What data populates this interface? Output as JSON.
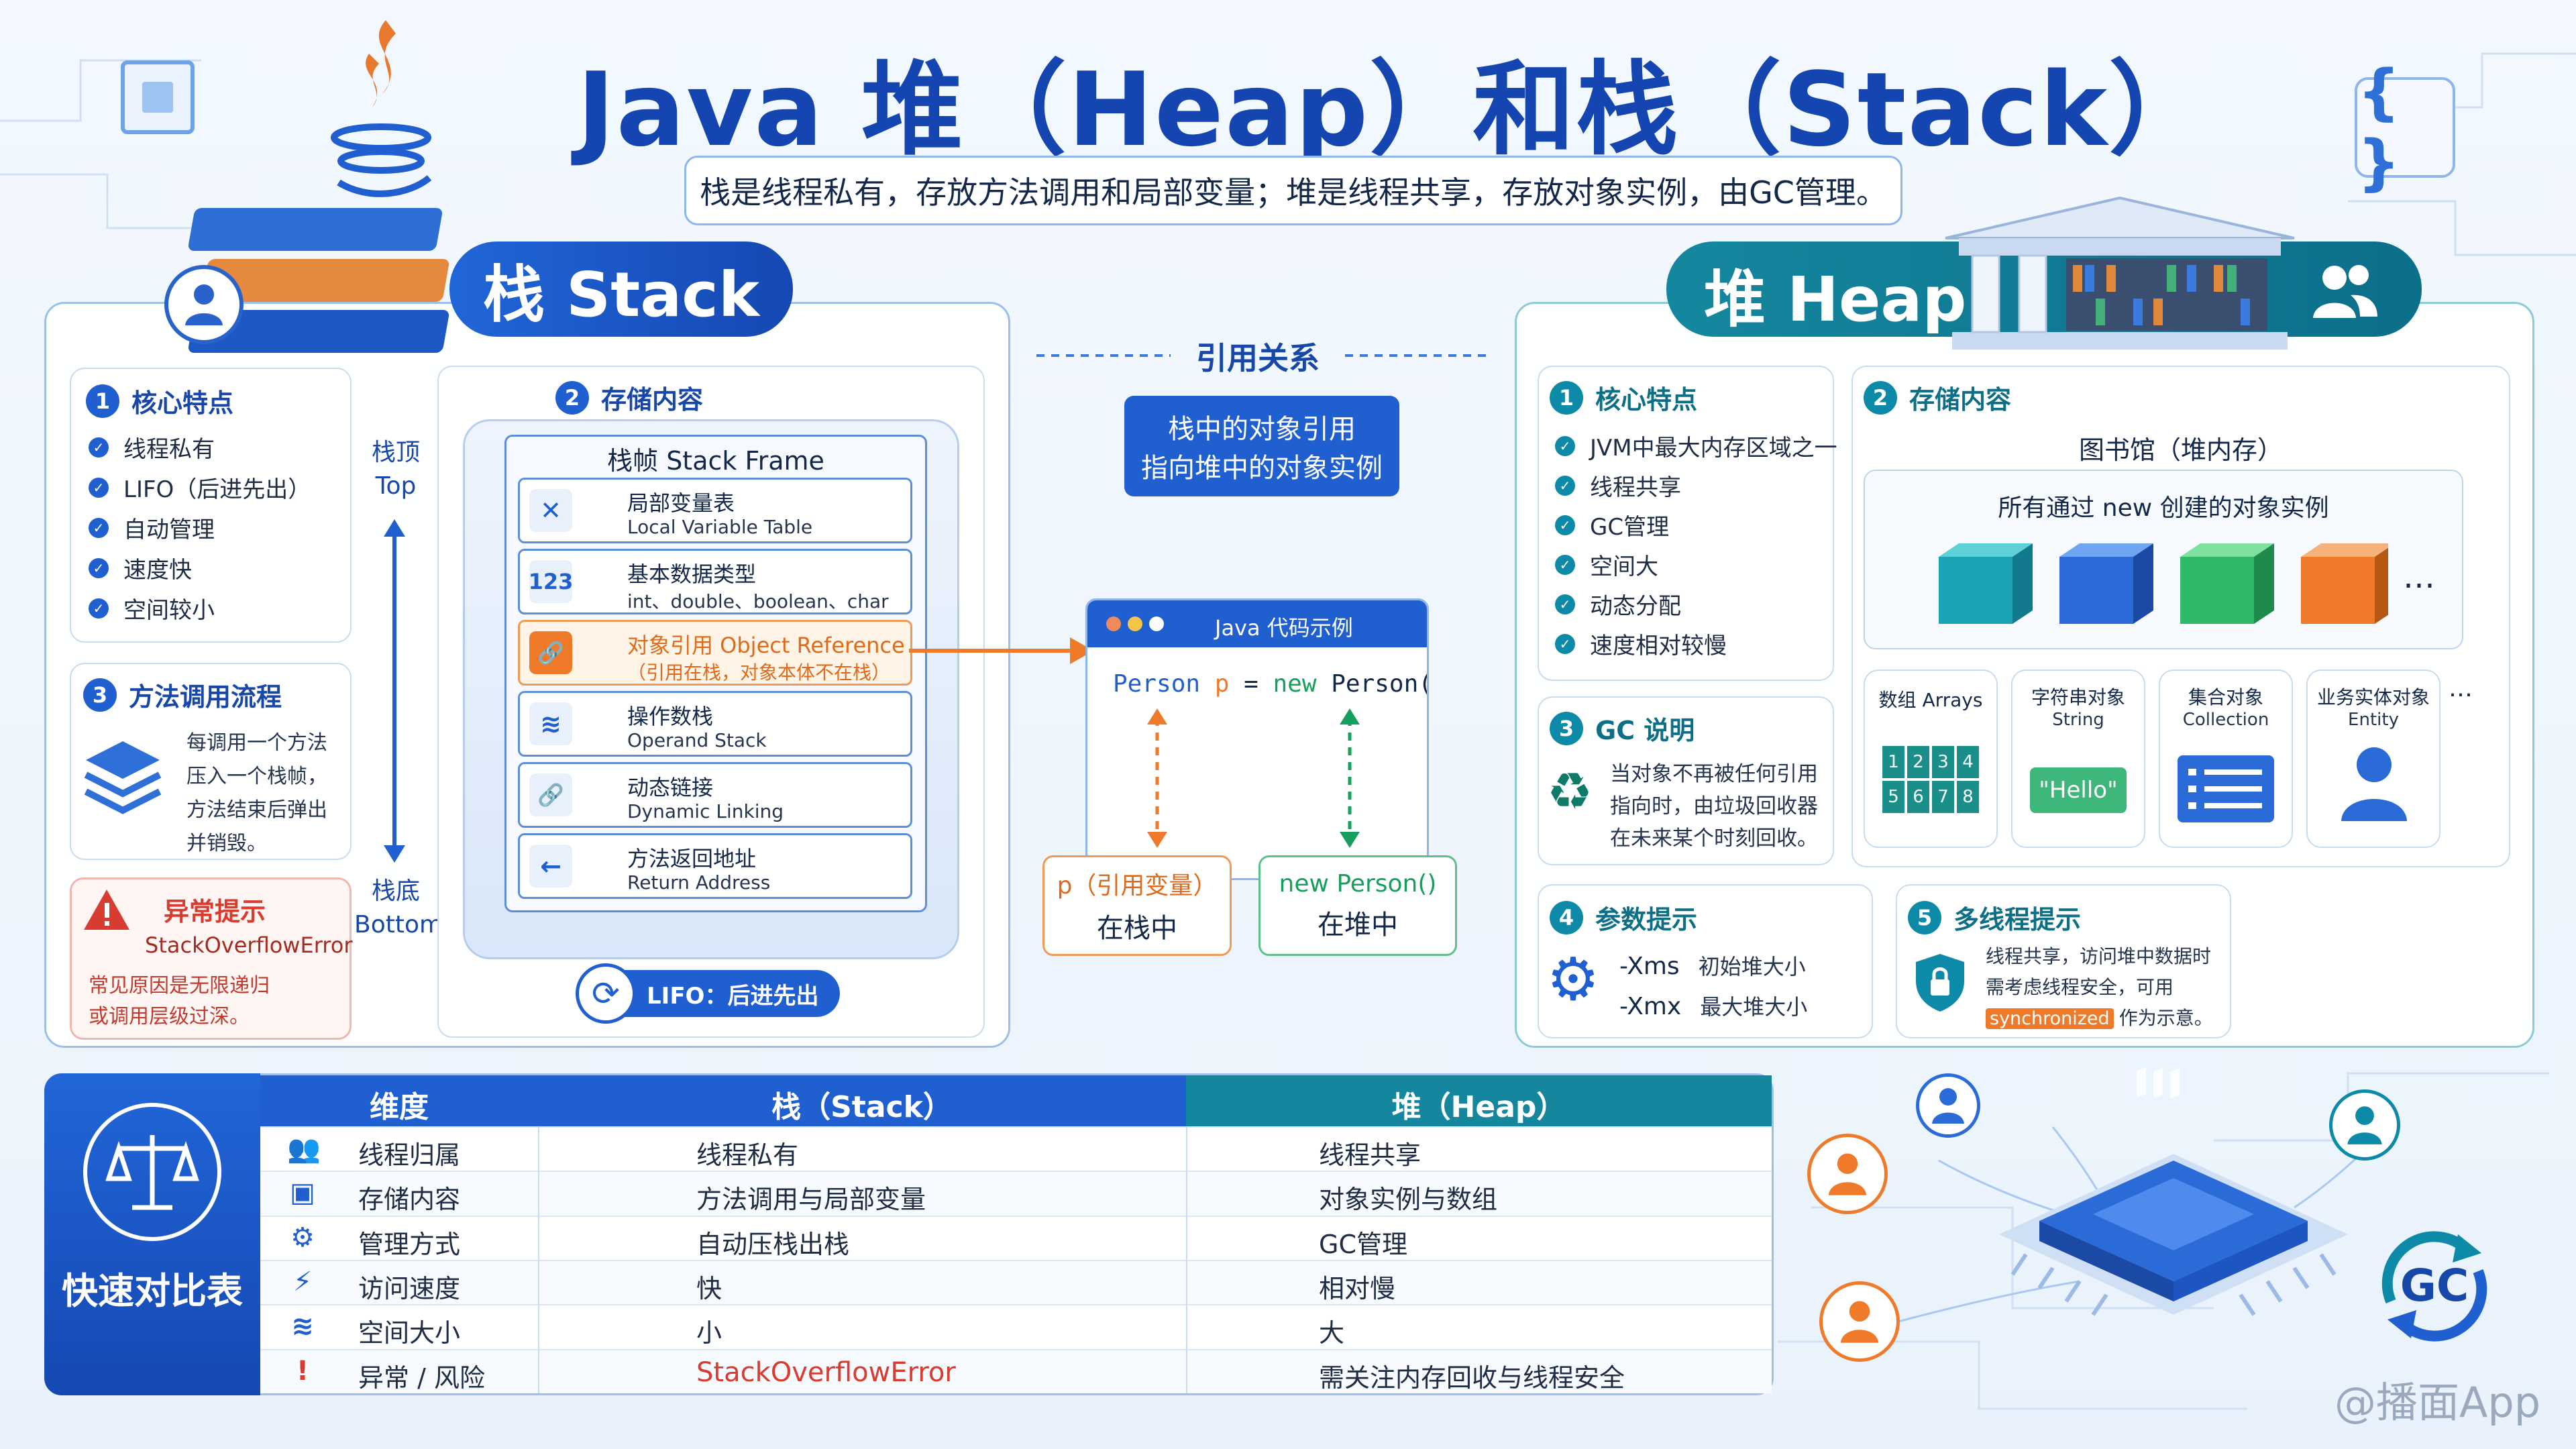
{
  "title": "Java 堆（Heap）和栈（Stack）",
  "subtitle": "栈是线程私有，存放方法调用和局部变量；堆是线程共享，存放对象实例，由GC管理。",
  "stack": {
    "banner": "栈 Stack",
    "core": {
      "num": "1",
      "title": "核心特点",
      "items": [
        "线程私有",
        "LIFO（后进先出）",
        "自动管理",
        "速度快",
        "空间较小"
      ]
    },
    "flow": {
      "num": "3",
      "title": "方法调用流程",
      "text": [
        "每调用一个方法",
        "压入一个栈帧，",
        "方法结束后弹出",
        "并销毁。"
      ]
    },
    "warning": {
      "title": "异常提示",
      "error": "StackOverflowError",
      "text": [
        "常见原因是无限递归",
        "或调用层级过深。"
      ]
    },
    "top": [
      "栈顶",
      "Top"
    ],
    "bottom": [
      "栈底",
      "Bottom"
    ],
    "storage": {
      "num": "2",
      "title": "存储内容",
      "frame_title": "栈帧 Stack Frame",
      "frames": [
        {
          "icon": "✕",
          "cn": "局部变量表",
          "en": "Local Variable Table"
        },
        {
          "icon": "123",
          "cn": "基本数据类型",
          "en": "int、double、boolean、char"
        },
        {
          "icon": "🔗",
          "cn": "对象引用 Object Reference",
          "en": "（引用在栈，对象本体不在栈）"
        },
        {
          "icon": "≋",
          "cn": "操作数栈",
          "en": "Operand Stack"
        },
        {
          "icon": "🔗",
          "cn": "动态链接",
          "en": "Dynamic Linking"
        },
        {
          "icon": "←",
          "cn": "方法返回地址",
          "en": "Return Address"
        }
      ],
      "lifo": "LIFO：后进先出"
    }
  },
  "reference": {
    "label": "引用关系",
    "box": [
      "栈中的对象引用",
      "指向堆中的对象实例"
    ]
  },
  "code": {
    "title": "Java 代码示例",
    "tokens": [
      "Person",
      "p",
      "=",
      "new",
      "Person();"
    ],
    "left": [
      "p（引用变量）",
      "在栈中"
    ],
    "right": [
      "new Person()",
      "在堆中"
    ]
  },
  "heap": {
    "banner": "堆 Heap",
    "core": {
      "num": "1",
      "title": "核心特点",
      "items": [
        "JVM中最大内存区域之一",
        "线程共享",
        "GC管理",
        "空间大",
        "动态分配",
        "速度相对较慢"
      ]
    },
    "gc": {
      "num": "3",
      "title": "GC 说明",
      "text": [
        "当对象不再被任何引用",
        "指向时，由垃圾回收器",
        "在未来某个时刻回收。"
      ]
    },
    "params": {
      "num": "4",
      "title": "参数提示",
      "rows": [
        [
          "-Xms",
          "初始堆大小"
        ],
        [
          "-Xmx",
          "最大堆大小"
        ]
      ]
    },
    "thread": {
      "num": "5",
      "title": "多线程提示",
      "text1": "线程共享，访问堆中数据时",
      "text2": "需考虑线程安全，可用",
      "kw": "synchronized",
      "text3": "作为示意。"
    },
    "storage": {
      "num": "2",
      "title": "存储内容",
      "library": "图书馆（堆内存）",
      "all": "所有通过 new 创建的对象实例",
      "ellipsis": "…",
      "types": [
        {
          "cn": "数组 Arrays",
          "en": ""
        },
        {
          "cn": "字符串对象",
          "en": "String"
        },
        {
          "cn": "集合对象",
          "en": "Collection"
        },
        {
          "cn": "业务实体对象",
          "en": "Entity"
        }
      ],
      "array_digits": [
        "1",
        "2",
        "3",
        "4",
        "5",
        "6",
        "7",
        "8"
      ],
      "hello": "\"Hello\"",
      "more": "…"
    }
  },
  "table": {
    "label": "快速对比表",
    "headers": [
      "维度",
      "栈（Stack）",
      "堆（Heap）"
    ],
    "rows": [
      {
        "icon": "👥",
        "dim": "线程归属",
        "stack": "线程私有",
        "heap": "线程共享"
      },
      {
        "icon": "▣",
        "dim": "存储内容",
        "stack": "方法调用与局部变量",
        "heap": "对象实例与数组"
      },
      {
        "icon": "⚙",
        "dim": "管理方式",
        "stack": "自动压栈出栈",
        "heap": "GC管理"
      },
      {
        "icon": "⚡",
        "dim": "访问速度",
        "stack": "快",
        "heap": "相对慢"
      },
      {
        "icon": "≋",
        "dim": "空间大小",
        "stack": "小",
        "heap": "大"
      },
      {
        "icon": "!",
        "dim": "异常 / 风险",
        "stack": "StackOverflowError",
        "heap": "需关注内存回收与线程安全"
      }
    ]
  },
  "gc_badge": "GC",
  "watermark": "@播面App",
  "colors": {
    "blue": "#1f5fd0",
    "teal": "#0d8aa8",
    "orange": "#ee7a2a",
    "green": "#17a05d",
    "red": "#d83b2f"
  }
}
